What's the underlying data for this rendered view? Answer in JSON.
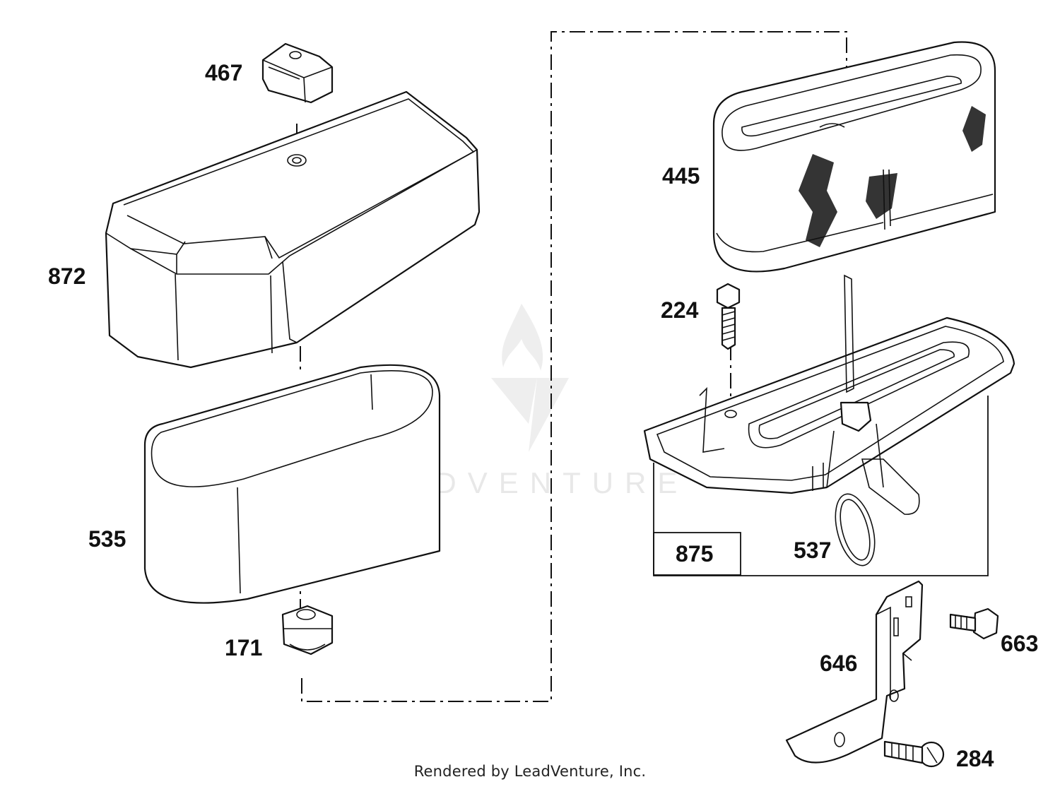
{
  "diagram": {
    "callouts": {
      "c467": "467",
      "c872": "872",
      "c535": "535",
      "c171": "171",
      "c445": "445",
      "c224": "224",
      "c875": "875",
      "c537": "537",
      "c646": "646",
      "c663": "663",
      "c284": "284"
    },
    "watermark": "LEADVENTURE",
    "footer": "Rendered by LeadVenture, Inc."
  },
  "colors": {
    "line": "#111111",
    "background": "#ffffff",
    "watermark": "#e6e6e6"
  }
}
